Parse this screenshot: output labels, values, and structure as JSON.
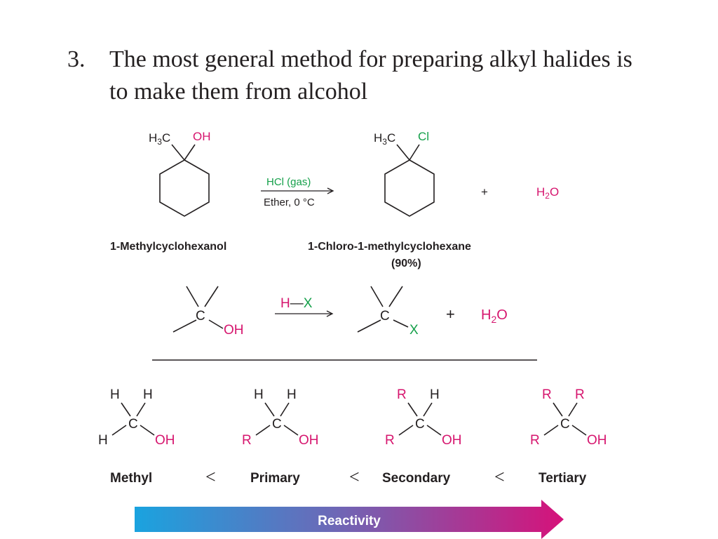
{
  "heading": {
    "number": "3.",
    "text": "The most general method for preparing alkyl halides is to make them from alcohol"
  },
  "reaction1": {
    "reactant": {
      "group_left": "H3C",
      "group_right": "OH",
      "name": "1-Methylcyclohexanol"
    },
    "reagent_above": "HCl (gas)",
    "reagent_below": "Ether, 0 °C",
    "product": {
      "group_left": "H3C",
      "group_right": "Cl",
      "name": "1-Chloro-1-methylcyclohexane",
      "yield": "(90%)"
    },
    "plus": "+",
    "byproduct": "H2O"
  },
  "reaction2": {
    "carbon": "C",
    "hydroxyl": "OH",
    "reagent": "H—X",
    "halide": "X",
    "plus": "+",
    "byproduct": "H2O"
  },
  "series": {
    "items": [
      {
        "name": "Methyl",
        "top_left": "H",
        "top_right": "H",
        "left": "H",
        "center": "C",
        "right": "OH"
      },
      {
        "name": "Primary",
        "top_left": "H",
        "top_right": "H",
        "left": "R",
        "center": "C",
        "right": "OH"
      },
      {
        "name": "Secondary",
        "top_left": "R",
        "top_right": "H",
        "left": "R",
        "center": "C",
        "right": "OH"
      },
      {
        "name": "Tertiary",
        "top_left": "R",
        "top_right": "R",
        "left": "R",
        "center": "C",
        "right": "OH"
      }
    ],
    "less_than": "<",
    "arrow_label": "Reactivity"
  },
  "colors": {
    "text": "#231f20",
    "magenta": "#d6156e",
    "green": "#15a04a",
    "arrow_start": "#1aa3df",
    "arrow_end": "#d6127a"
  }
}
